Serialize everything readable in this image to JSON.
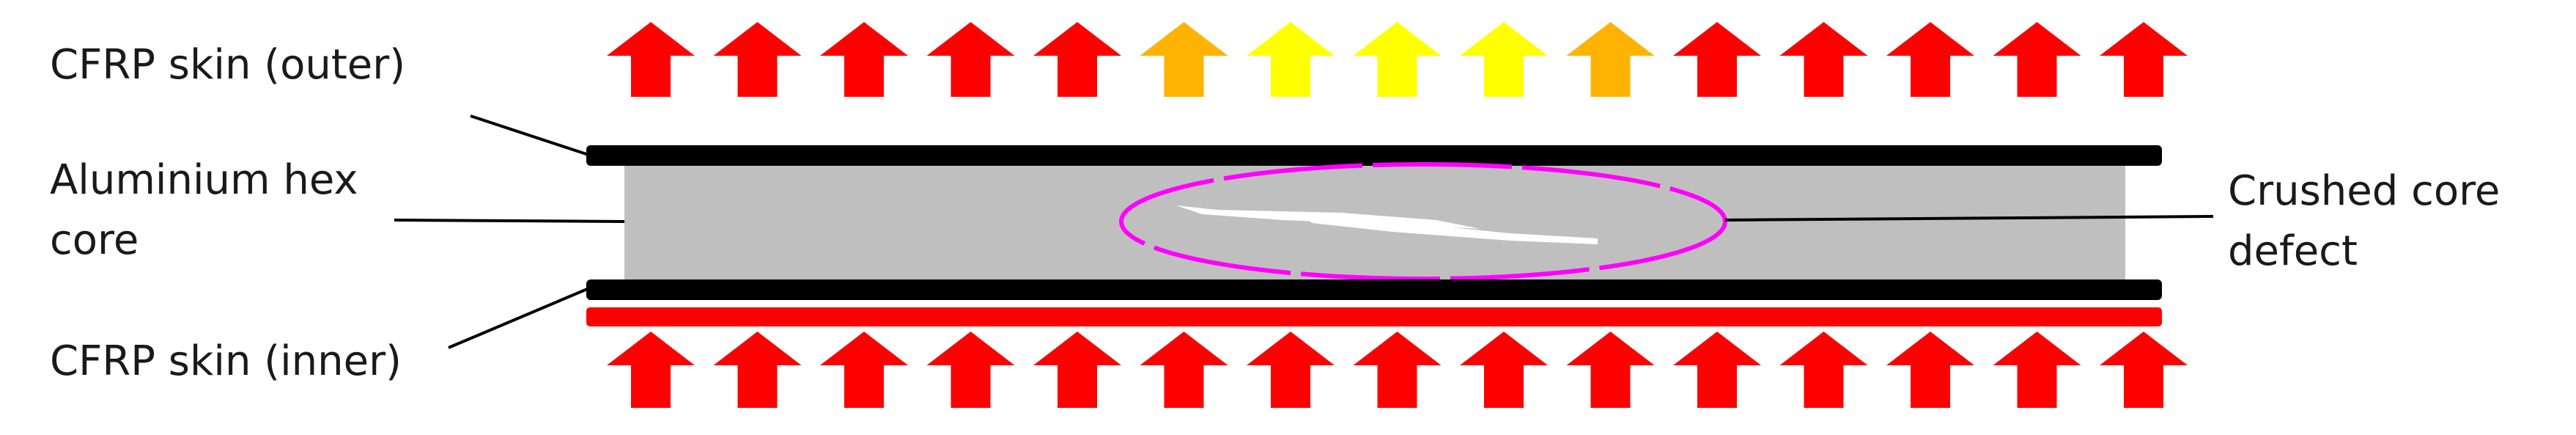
{
  "labels": {
    "outer_skin": "CFRP skin (outer)",
    "core_line1": "Aluminium hex",
    "core_line2": "core",
    "inner_skin": "CFRP skin (inner)",
    "defect_line1": "Crushed core",
    "defect_line2": "defect"
  },
  "colors": {
    "hot_arrow": "#ff0000",
    "warm_arrow": "#ffb300",
    "cool_arrow": "#ffff00",
    "skin": "#000000",
    "core": "#bfbfbf",
    "heater_strip": "#ff0000",
    "defect_outline": "#ff00ff",
    "defect_crush": "#ffffff",
    "leader_line": "#000000"
  },
  "top_arrow_colors": [
    "hot",
    "hot",
    "hot",
    "hot",
    "hot",
    "warm",
    "cool",
    "cool",
    "cool",
    "warm",
    "hot",
    "hot",
    "hot",
    "hot",
    "hot"
  ],
  "bottom_arrow_colors": [
    "hot",
    "hot",
    "hot",
    "hot",
    "hot",
    "hot",
    "hot",
    "hot",
    "hot",
    "hot",
    "hot",
    "hot",
    "hot",
    "hot",
    "hot"
  ],
  "icons": {
    "heat_arrow": "up-arrow-icon"
  }
}
